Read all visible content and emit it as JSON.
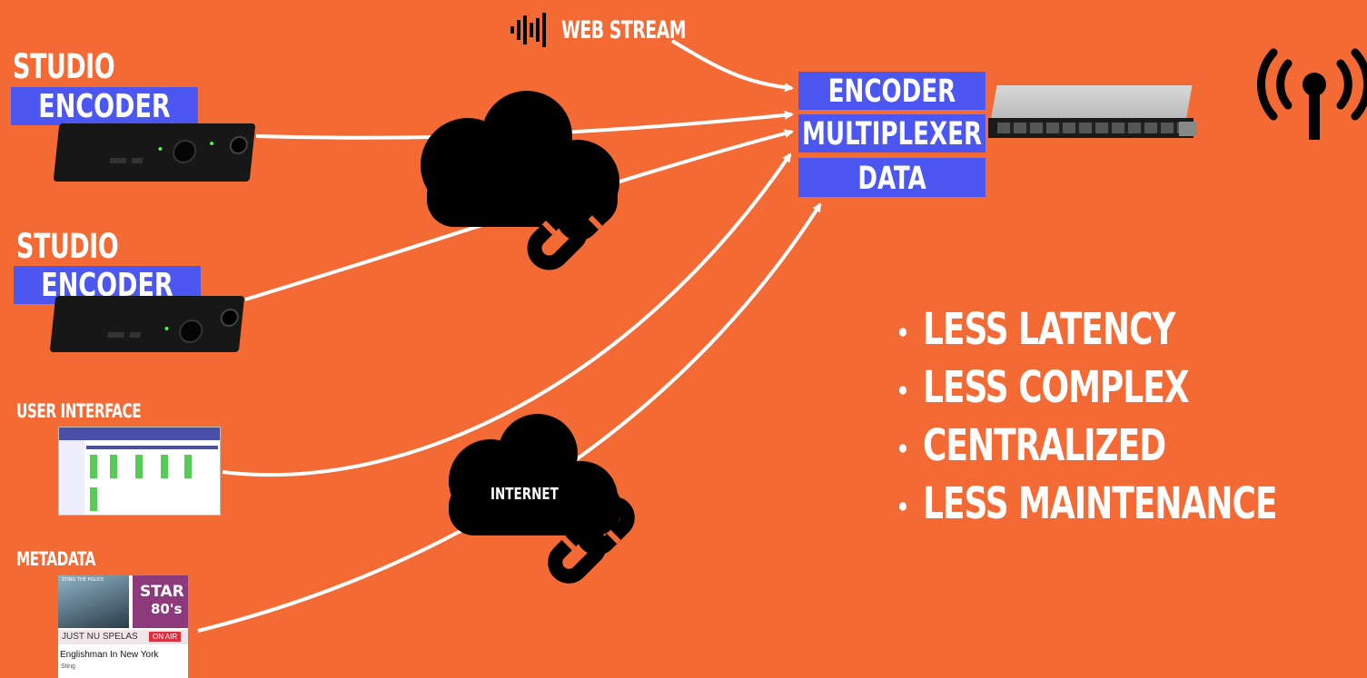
{
  "web_stream": {
    "label": "WEB STREAM"
  },
  "studio1": {
    "title": "STUDIO",
    "box": "ENCODER"
  },
  "studio2": {
    "title": "STUDIO",
    "box": "ENCODER"
  },
  "user_interface": {
    "label": "USER INTERFACE"
  },
  "metadata": {
    "label": "METADATA",
    "card": {
      "album_text": "STING  THE POLICE",
      "station_logo_line1": "STAR",
      "station_logo_line2": "80's",
      "now_playing_label": "JUST NU SPELAS",
      "on_air_badge": "ON AIR",
      "song_title": "Englishman In New York",
      "artist": "Sting"
    }
  },
  "internet_cloud": {
    "label": "INTERNET"
  },
  "server_stack": {
    "encoder": "ENCODER",
    "multiplexer": "MULTIPLEXER",
    "data": "DATA"
  },
  "benefits": [
    "LESS LATENCY",
    "LESS COMPLEX",
    "CENTRALIZED",
    "LESS MAINTENANCE"
  ],
  "colors": {
    "background": "#f46a35",
    "box_blue": "#4c56f0",
    "text": "#ffffff",
    "icon": "#000000"
  }
}
